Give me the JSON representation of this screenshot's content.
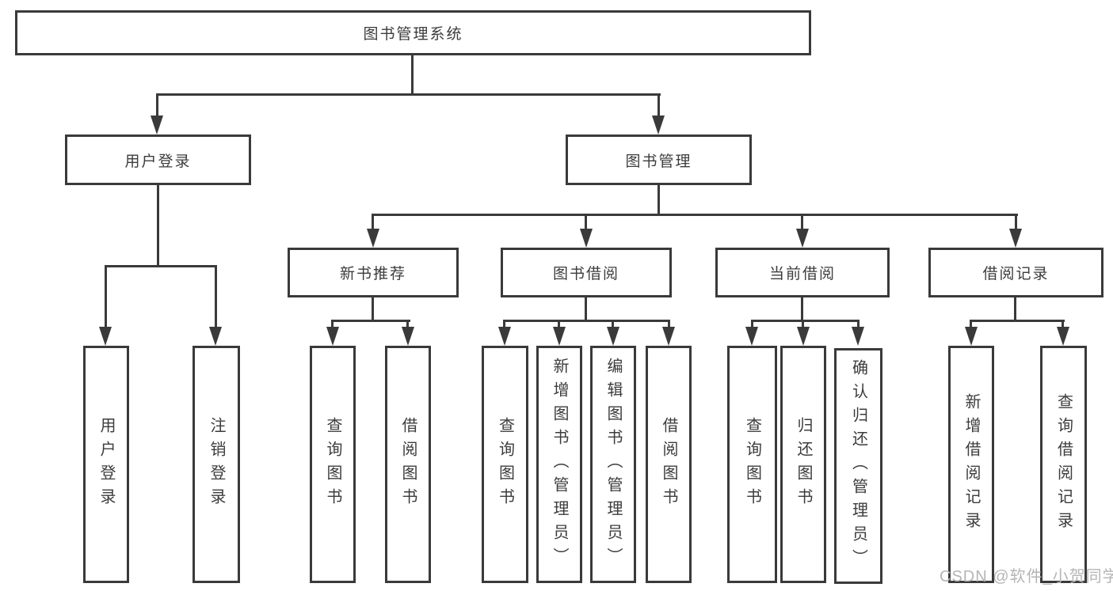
{
  "diagram": {
    "root": {
      "label": "图书管理系统"
    },
    "level2": {
      "user_login": {
        "label": "用户登录"
      },
      "book_mgmt": {
        "label": "图书管理"
      }
    },
    "level3": {
      "new_books": {
        "label": "新书推荐"
      },
      "book_borrow": {
        "label": "图书借阅"
      },
      "current_borrow": {
        "label": "当前借阅"
      },
      "borrow_records": {
        "label": "借阅记录"
      }
    },
    "leaves": {
      "user_login": [
        "用户登录",
        "注销登录"
      ],
      "new_books": [
        "查询图书",
        "借阅图书"
      ],
      "book_borrow": [
        "查询图书",
        "新增图书（管理员）",
        "编辑图书（管理员）",
        "借阅图书"
      ],
      "current_borrow": [
        "查询图书",
        "归还图书",
        "确认归还（管理员）"
      ],
      "borrow_records": [
        "新增借阅记录",
        "查询借阅记录"
      ]
    },
    "colors": {
      "line": "#3a3a3a",
      "text": "#3c3c3c",
      "background": "#ffffff",
      "watermark": "#b5b5b5"
    }
  },
  "watermark": {
    "text": "CSDN @软件_小贺同学"
  }
}
